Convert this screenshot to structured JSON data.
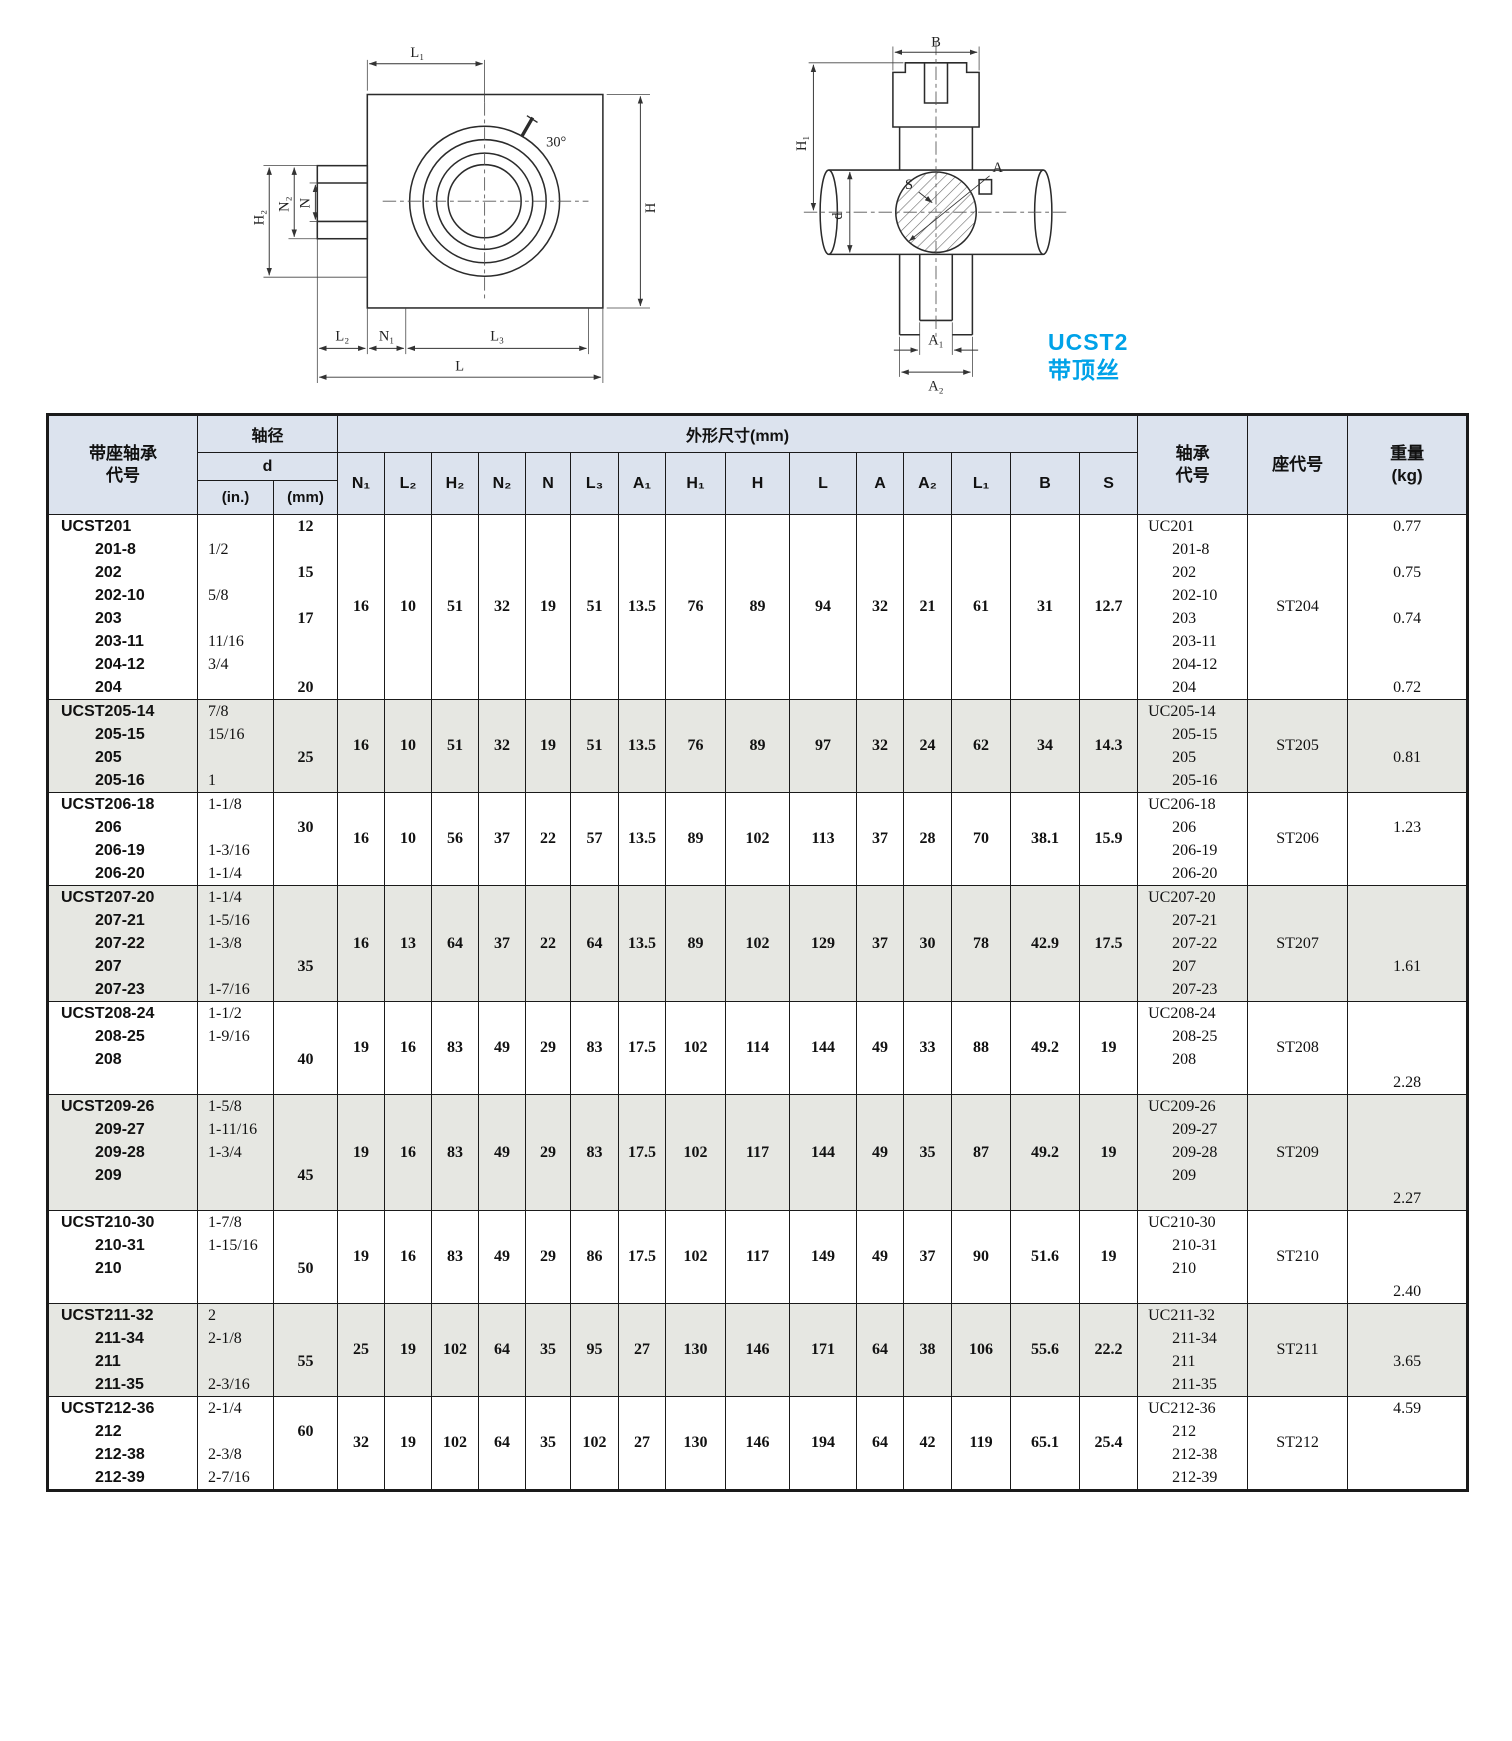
{
  "page": {
    "series_code": "UCST2",
    "series_note": "带顶丝",
    "accent": "#00a2e8"
  },
  "drawing_left": {
    "labels": {
      "L1": "L₁",
      "H2": "H₂",
      "N2": "N₂",
      "N": "N",
      "H": "H",
      "L2": "L₂",
      "N1": "N₁",
      "L3": "L₃",
      "L": "L",
      "angle": "30°"
    }
  },
  "drawing_right": {
    "labels": {
      "B": "B",
      "H1": "H₁",
      "d": "d",
      "S": "S",
      "A": "A",
      "A1": "A₁",
      "A2": "A₂"
    }
  },
  "table": {
    "header": {
      "housing_l1": "带座轴承",
      "housing_l2": "代号",
      "shaft": "轴径",
      "d": "d",
      "inch": "(in.)",
      "mm": "(mm)",
      "dims_group": "外形尺寸(mm)",
      "bearing_l1": "轴承",
      "bearing_l2": "代号",
      "seat": "座代号",
      "weight_l1": "重量",
      "weight_l2": "(kg)"
    },
    "dim_cols": [
      "N₁",
      "L₂",
      "H₂",
      "N₂",
      "N",
      "L₃",
      "A₁",
      "H₁",
      "H",
      "L",
      "A",
      "A₂",
      "L₁",
      "B",
      "S"
    ],
    "rows": [
      {
        "shaded": false,
        "codes": [
          "UCST201",
          "201-8",
          "202",
          "202-10",
          "203",
          "203-11",
          "204-12",
          "204"
        ],
        "d_in": [
          "",
          "1/2",
          "",
          "5/8",
          "",
          "11/16",
          "3/4",
          ""
        ],
        "d_mm": [
          "12",
          "",
          "15",
          "",
          "17",
          "",
          "",
          "20"
        ],
        "dims": [
          "16",
          "10",
          "51",
          "32",
          "19",
          "51",
          "13.5",
          "76",
          "89",
          "94",
          "32",
          "21",
          "61",
          "31",
          "12.7"
        ],
        "bearing": [
          "UC201",
          "201-8",
          "202",
          "202-10",
          "203",
          "203-11",
          "204-12",
          "204"
        ],
        "seat": "ST204",
        "weights": [
          "0.77",
          "",
          "0.75",
          "",
          "0.74",
          "",
          "",
          "0.72"
        ]
      },
      {
        "shaded": true,
        "codes": [
          "UCST205-14",
          "205-15",
          "205",
          "205-16"
        ],
        "d_in": [
          "7/8",
          "15/16",
          "",
          "1"
        ],
        "d_mm": [
          "",
          "",
          "25",
          ""
        ],
        "dims": [
          "16",
          "10",
          "51",
          "32",
          "19",
          "51",
          "13.5",
          "76",
          "89",
          "97",
          "32",
          "24",
          "62",
          "34",
          "14.3"
        ],
        "bearing": [
          "UC205-14",
          "205-15",
          "205",
          "205-16"
        ],
        "seat": "ST205",
        "weights": [
          "",
          "",
          "0.81",
          ""
        ]
      },
      {
        "shaded": false,
        "codes": [
          "UCST206-18",
          "206",
          "206-19",
          "206-20"
        ],
        "d_in": [
          "1-1/8",
          "",
          "1-3/16",
          "1-1/4"
        ],
        "d_mm": [
          "",
          "30",
          "",
          ""
        ],
        "dims": [
          "16",
          "10",
          "56",
          "37",
          "22",
          "57",
          "13.5",
          "89",
          "102",
          "113",
          "37",
          "28",
          "70",
          "38.1",
          "15.9"
        ],
        "bearing": [
          "UC206-18",
          "206",
          "206-19",
          "206-20"
        ],
        "seat": "ST206",
        "weights": [
          "",
          "1.23",
          "",
          ""
        ]
      },
      {
        "shaded": true,
        "codes": [
          "UCST207-20",
          "207-21",
          "207-22",
          "207",
          "207-23"
        ],
        "d_in": [
          "1-1/4",
          "1-5/16",
          "1-3/8",
          "",
          "1-7/16"
        ],
        "d_mm": [
          "",
          "",
          "",
          "35",
          ""
        ],
        "dims": [
          "16",
          "13",
          "64",
          "37",
          "22",
          "64",
          "13.5",
          "89",
          "102",
          "129",
          "37",
          "30",
          "78",
          "42.9",
          "17.5"
        ],
        "bearing": [
          "UC207-20",
          "207-21",
          "207-22",
          "207",
          "207-23"
        ],
        "seat": "ST207",
        "weights": [
          "",
          "",
          "",
          "1.61",
          ""
        ]
      },
      {
        "shaded": false,
        "codes": [
          "UCST208-24",
          "208-25",
          "208",
          ""
        ],
        "d_in": [
          "1-1/2",
          "1-9/16",
          "",
          ""
        ],
        "d_mm": [
          "",
          "",
          "40",
          ""
        ],
        "dims": [
          "19",
          "16",
          "83",
          "49",
          "29",
          "83",
          "17.5",
          "102",
          "114",
          "144",
          "49",
          "33",
          "88",
          "49.2",
          "19"
        ],
        "bearing": [
          "UC208-24",
          "208-25",
          "208",
          ""
        ],
        "seat": "ST208",
        "weights": [
          "",
          "",
          "",
          "2.28"
        ]
      },
      {
        "shaded": true,
        "codes": [
          "UCST209-26",
          "209-27",
          "209-28",
          "209",
          ""
        ],
        "d_in": [
          "1-5/8",
          "1-11/16",
          "1-3/4",
          "",
          ""
        ],
        "d_mm": [
          "",
          "",
          "",
          "45",
          ""
        ],
        "dims": [
          "19",
          "16",
          "83",
          "49",
          "29",
          "83",
          "17.5",
          "102",
          "117",
          "144",
          "49",
          "35",
          "87",
          "49.2",
          "19"
        ],
        "bearing": [
          "UC209-26",
          "209-27",
          "209-28",
          "209",
          ""
        ],
        "seat": "ST209",
        "weights": [
          "",
          "",
          "",
          "",
          "2.27"
        ]
      },
      {
        "shaded": false,
        "codes": [
          "UCST210-30",
          "210-31",
          "210",
          ""
        ],
        "d_in": [
          "1-7/8",
          "1-15/16",
          "",
          ""
        ],
        "d_mm": [
          "",
          "",
          "50",
          ""
        ],
        "dims": [
          "19",
          "16",
          "83",
          "49",
          "29",
          "86",
          "17.5",
          "102",
          "117",
          "149",
          "49",
          "37",
          "90",
          "51.6",
          "19"
        ],
        "bearing": [
          "UC210-30",
          "210-31",
          "210",
          ""
        ],
        "seat": "ST210",
        "weights": [
          "",
          "",
          "",
          "2.40"
        ]
      },
      {
        "shaded": true,
        "codes": [
          "UCST211-32",
          "211-34",
          "211",
          "211-35"
        ],
        "d_in": [
          "2",
          "2-1/8",
          "",
          "2-3/16"
        ],
        "d_mm": [
          "",
          "",
          "55",
          ""
        ],
        "dims": [
          "25",
          "19",
          "102",
          "64",
          "35",
          "95",
          "27",
          "130",
          "146",
          "171",
          "64",
          "38",
          "106",
          "55.6",
          "22.2"
        ],
        "bearing": [
          "UC211-32",
          "211-34",
          "211",
          "211-35"
        ],
        "seat": "ST211",
        "weights": [
          "",
          "",
          "3.65",
          ""
        ]
      },
      {
        "shaded": false,
        "codes": [
          "UCST212-36",
          "212",
          "212-38",
          "212-39"
        ],
        "d_in": [
          "2-1/4",
          "",
          "2-3/8",
          "2-7/16"
        ],
        "d_mm": [
          "",
          "60",
          "",
          ""
        ],
        "dims": [
          "32",
          "19",
          "102",
          "64",
          "35",
          "102",
          "27",
          "130",
          "146",
          "194",
          "64",
          "42",
          "119",
          "65.1",
          "25.4"
        ],
        "bearing": [
          "UC212-36",
          "212",
          "212-38",
          "212-39"
        ],
        "seat": "ST212",
        "weights": [
          "4.59",
          "",
          "",
          ""
        ]
      }
    ]
  }
}
